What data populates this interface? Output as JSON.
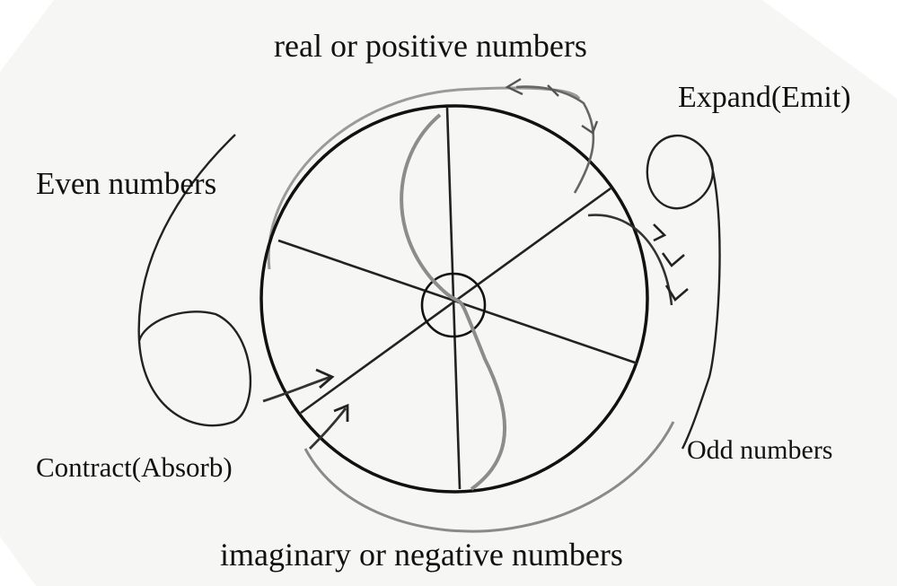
{
  "labels": {
    "top": "real or positive numbers",
    "expand": "Expand(Emit)",
    "even": "Even numbers",
    "odd": "Odd numbers",
    "contract": "Contract(Absorb)",
    "bottom": "imaginary or negative numbers"
  },
  "colors": {
    "ink": "#111111",
    "pencil": "#8a8a8a",
    "paper": "#f6f6f4"
  }
}
